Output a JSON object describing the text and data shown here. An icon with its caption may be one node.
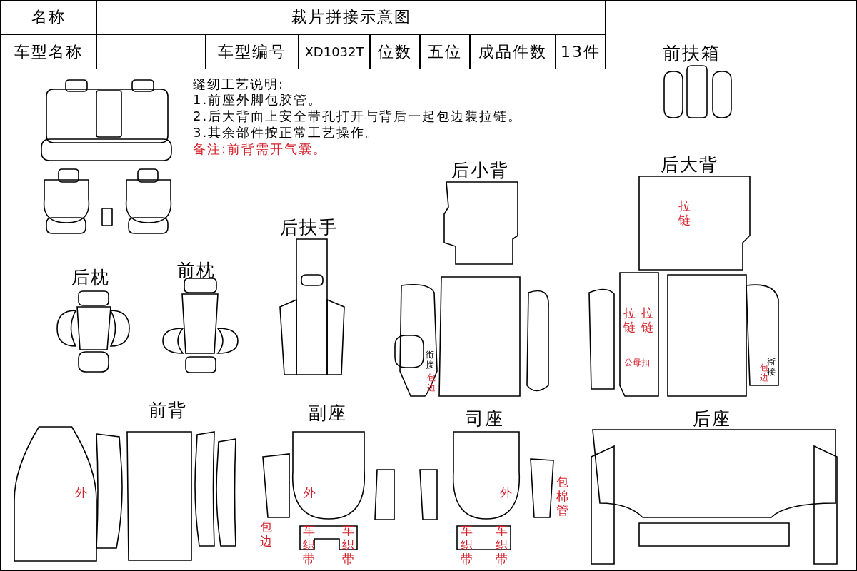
{
  "diagram": {
    "labels": [
      "名称",
      "裁片拼接示意图",
      "车型名称",
      "车型编号",
      "XD1032T",
      "位数",
      "五位",
      "成品件数",
      "13件",
      "前扶箱",
      "缝纫工艺说明:",
      "1.前座外脚包胶管。",
      "2.后大背面上安全带孔打开与背后一起包边装拉链。",
      "3.其余部件按正常工艺操作。",
      "备注:前背需开气囊。",
      "后小背",
      "后大背",
      "后扶手",
      "拉链",
      "后枕",
      "前枕",
      "拉链",
      "拉链",
      "公母扣",
      "衔接",
      "包边",
      "衔接",
      "包边",
      "前背",
      "副座",
      "司座",
      "后座",
      "外",
      "外",
      "外",
      "包棉管",
      "包边",
      "车织带",
      "车织带",
      "车织带",
      "车织带"
    ]
  }
}
